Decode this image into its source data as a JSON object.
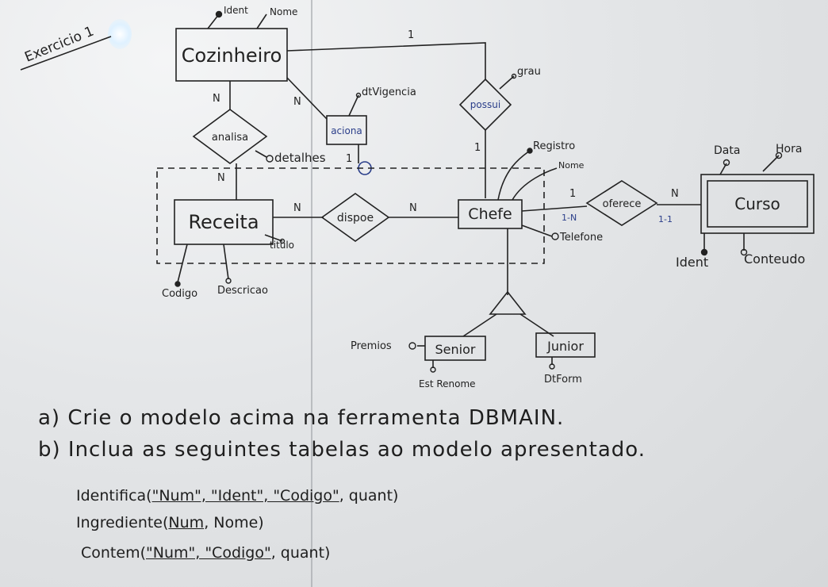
{
  "title": "Exercicio 1",
  "entities": {
    "cozinheiro": "Cozinheiro",
    "receita": "Receita",
    "chefe": "Chefe",
    "curso": "Curso",
    "senior": "Senior",
    "junior": "Junior"
  },
  "relationships": {
    "analisa": "analisa",
    "aciona": "aciona",
    "possui": "possui",
    "dispoe": "dispoe",
    "oferece": "oferece"
  },
  "attributes": {
    "ident": "Ident",
    "nome": "Nome",
    "dt_vigencia": "dtVigencia",
    "detalhes": "detalhes",
    "grau": "grau",
    "registro": "Registro",
    "nome_chefe": "Nome",
    "telefone": "Telefone",
    "titulo": "titulo",
    "codigo": "Codigo",
    "descricao": "Descricao",
    "data": "Data",
    "hora": "Hora",
    "ident_curso": "Ident",
    "conteudo": "Conteudo",
    "premios": "Premios",
    "est_renome": "Est Renome",
    "dt_form": "DtForm"
  },
  "cardinalities": {
    "cozinheiro_analisa": "N",
    "analisa_receita": "N",
    "cozinheiro_aciona": "N",
    "aciona_chefe": "1",
    "cozinheiro_possui": "1",
    "possui_chefe": "1",
    "receita_dispoe": "N",
    "dispoe_chefe": "N",
    "chefe_oferece": "1",
    "chefe_oferece_range": "1-N",
    "oferece_curso": "N",
    "oferece_curso_range": "1-1"
  },
  "instructions": {
    "a": "a) Crie o modelo acima na ferramenta DBMAIN.",
    "b": "b) Inclua as seguintes tabelas ao modelo apresentado."
  },
  "tables": [
    {
      "prefix": "Identifica(",
      "keys": "\"Num\", \"Ident\", \"Codigo\"",
      "rest": ", quant)"
    },
    {
      "prefix": "Ingrediente(",
      "keys": "Num",
      "rest": ", Nome)"
    },
    {
      "prefix": "Contem(",
      "keys": "\"Num\", \"Codigo\"",
      "rest": ", quant)"
    }
  ]
}
